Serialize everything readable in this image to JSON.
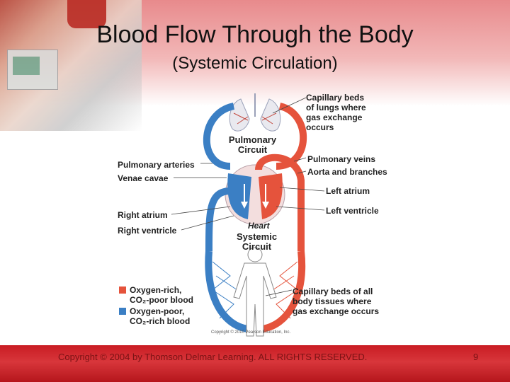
{
  "slide": {
    "title": "Blood Flow Through the Body",
    "subtitle": "(Systemic Circulation)",
    "footer": "Copyright © 2004 by Thomson Delmar Learning. ALL RIGHTS RESERVED.",
    "page_number": "9"
  },
  "diagram": {
    "circuits": {
      "pulmonary": [
        "Pulmonary",
        "Circuit"
      ],
      "systemic": [
        "Systemic",
        "Circuit"
      ],
      "heart": "Heart"
    },
    "labels": {
      "capillary_lungs": [
        "Capillary beds",
        "of lungs where",
        "gas exchange",
        "occurs"
      ],
      "pulmonary_veins": "Pulmonary veins",
      "aorta": "Aorta and branches",
      "left_atrium": "Left atrium",
      "left_ventricle": "Left ventricle",
      "capillary_body": [
        "Capillary beds of all",
        "body tissues where",
        "gas exchange occurs"
      ],
      "pulmonary_arteries": "Pulmonary arteries",
      "venae_cavae": "Venae cavae",
      "right_atrium": "Right atrium",
      "right_ventricle": "Right ventricle"
    },
    "legend": [
      {
        "line1": "Oxygen-rich,",
        "line2": "CO₂-poor blood",
        "color": "#e5533c"
      },
      {
        "line1": "Oxygen-poor,",
        "line2": "CO₂-rich blood",
        "color": "#3b7fc4"
      }
    ],
    "figure_credit": "Copyright © 2010 Pearson Education, Inc.",
    "colors": {
      "oxygen_rich": "#e5533c",
      "oxygen_poor": "#3b7fc4"
    }
  }
}
